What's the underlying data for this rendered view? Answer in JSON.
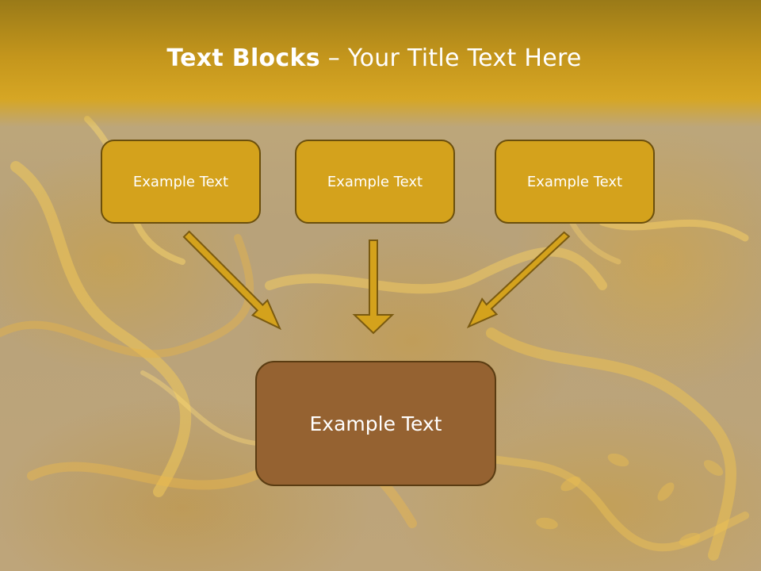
{
  "slide": {
    "title_bold": "Text Blocks",
    "title_sep": " – ",
    "title_rest": "Your Title Text Here"
  },
  "diagram": {
    "boxes": [
      {
        "label": "Example Text"
      },
      {
        "label": "Example Text"
      },
      {
        "label": "Example Text"
      }
    ],
    "target": {
      "label": "Example Text"
    }
  },
  "colors": {
    "header": "#d6a624",
    "box_fill": "#d4a21c",
    "target_fill": "#956231",
    "arrow_fill": "#d4a21c",
    "arrow_stroke": "#7a5a10"
  }
}
